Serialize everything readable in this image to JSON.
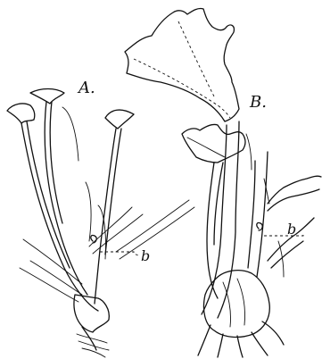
{
  "figure": {
    "labels": {
      "a": "A.",
      "b_left": "b",
      "B": "B.",
      "b_right": "b"
    }
  }
}
